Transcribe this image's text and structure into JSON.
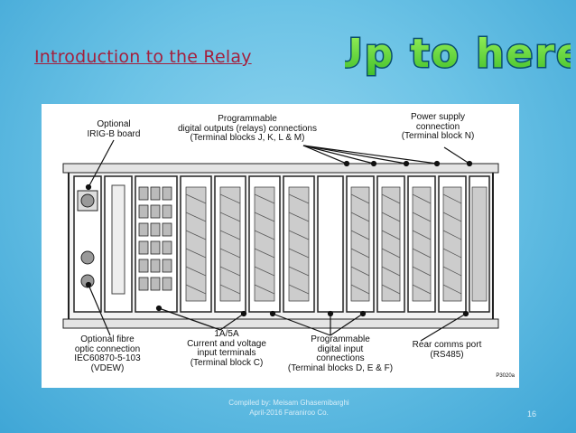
{
  "slide": {
    "title": "Introduction to the Relay",
    "badge": "Up to here",
    "footer_line1": "Compiled by: Meisam Ghasemibarghi",
    "footer_line2": "April-2016 Faraniroo Co.",
    "page_number": "16"
  },
  "diagram": {
    "label_irig_1": "Optional",
    "label_irig_2": "IRIG-B board",
    "label_outputs_1": "Programmable",
    "label_outputs_2": "digital outputs (relays) connections",
    "label_outputs_3": "(Terminal blocks J, K, L & M)",
    "label_power_1": "Power supply",
    "label_power_2": "connection",
    "label_power_3": "(Terminal block N)",
    "label_fibre_1": "Optional fibre",
    "label_fibre_2": "optic connection",
    "label_fibre_3": "IEC60870-5-103",
    "label_fibre_4": "(VDEW)",
    "label_ct_1": "1A/5A",
    "label_ct_2": "Current and voltage",
    "label_ct_3": "input terminals",
    "label_ct_4": "(Terminal block C)",
    "label_inputs_1": "Programmable",
    "label_inputs_2": "digital input",
    "label_inputs_3": "connections",
    "label_inputs_4": "(Terminal blocks D, E & F)",
    "label_rear_1": "Rear comms port",
    "label_rear_2": "(RS485)",
    "figure_code": "P3020a"
  }
}
